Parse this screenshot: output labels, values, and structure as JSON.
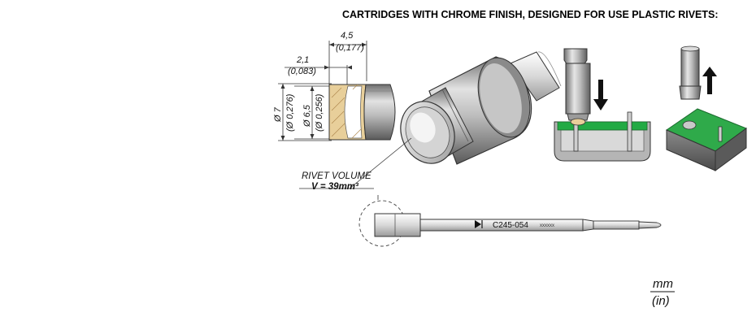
{
  "header": {
    "title": "CARTRIDGES WITH CHROME FINISH, DESIGNED FOR USE PLASTIC RIVETS:"
  },
  "dimensions": {
    "depth_outer_mm": "4,5",
    "depth_outer_in": "(0,177)",
    "depth_inner_mm": "2,1",
    "depth_inner_in": "(0,083)",
    "dia_outer_mm": "Ø 7",
    "dia_outer_in": "(Ø 0,276)",
    "dia_inner_mm": "Ø 6,5",
    "dia_inner_in": "(Ø 0,256)"
  },
  "rivet": {
    "label": "RIVET VOLUME",
    "value": "V = 39mm³"
  },
  "tip": {
    "model": "C245-054",
    "serial": "xxxxxx"
  },
  "units": {
    "primary": "mm",
    "secondary": "(in)"
  },
  "colors": {
    "section_fill": "#e8cf9a",
    "pcb_green": "#22aa44",
    "body_gray": "#9a9a9a"
  },
  "icons": [
    "arrow-down-icon",
    "arrow-up-icon"
  ]
}
